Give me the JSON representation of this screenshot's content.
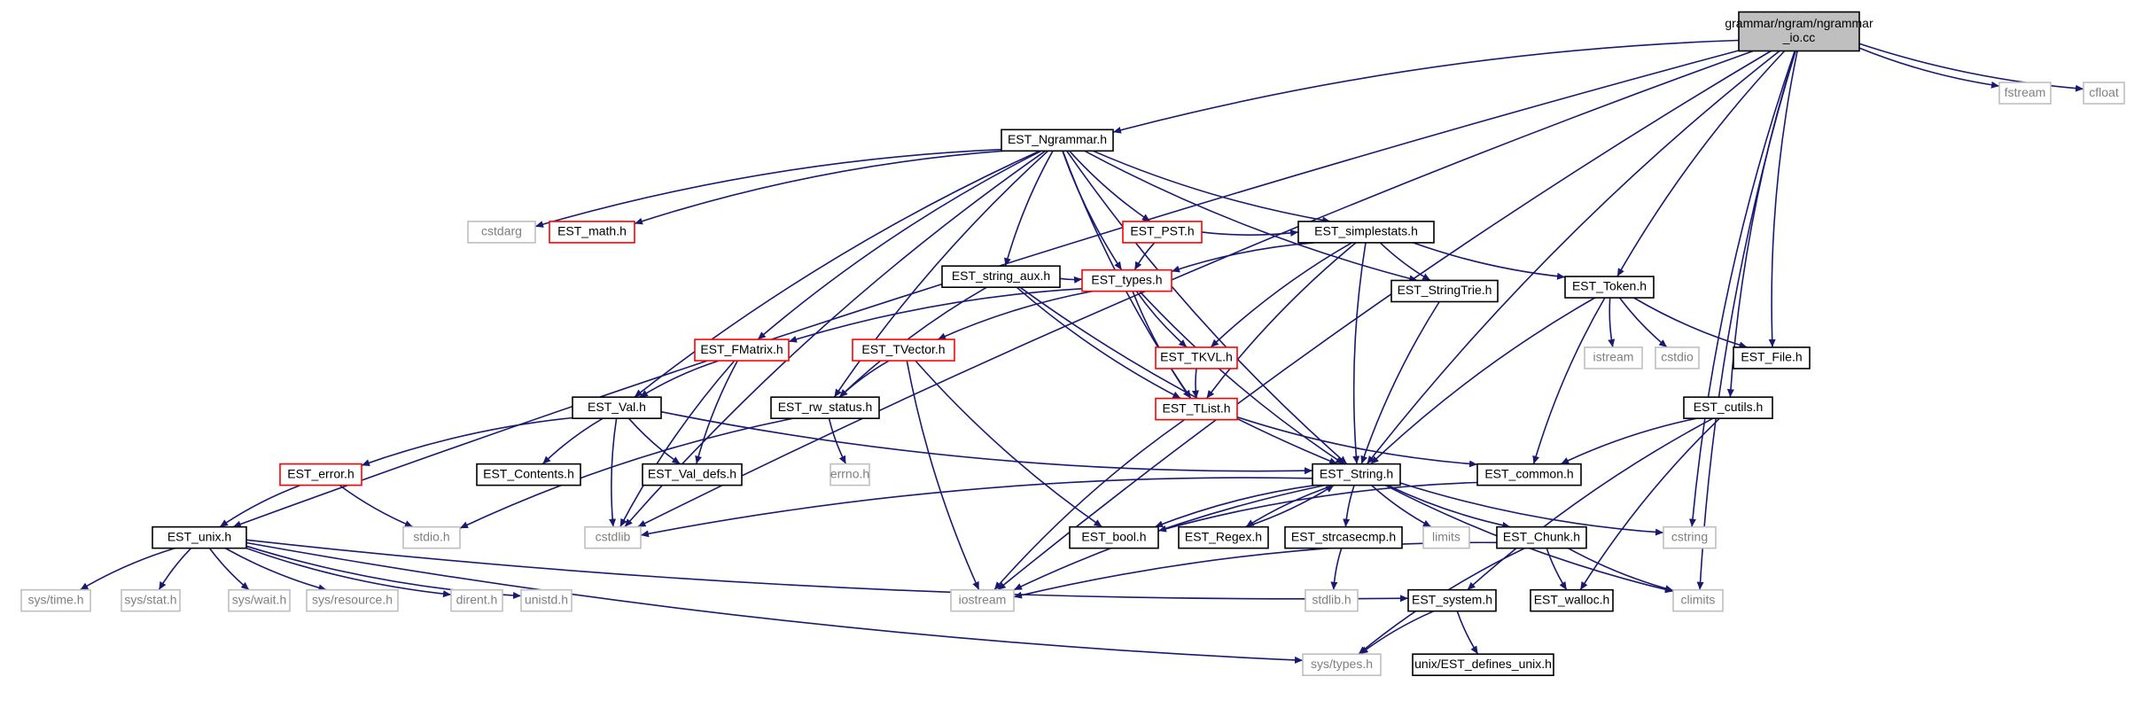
{
  "colors": {
    "edge": "#191970",
    "border_normal": "#000000",
    "border_red": "#ff0000",
    "border_gray": "#bfbfbf",
    "text_normal": "#000000",
    "text_gray": "#7f7f7f",
    "fill_root": "#bfbfbf",
    "fill": "#ffffff"
  },
  "nodes": [
    {
      "id": "root",
      "label": "grammar/ngram/ngrammar\n_io.cc",
      "style": "root"
    },
    {
      "id": "fstream",
      "label": "fstream",
      "style": "gray"
    },
    {
      "id": "cfloat",
      "label": "cfloat",
      "style": "gray"
    },
    {
      "id": "ngrammar",
      "label": "EST_Ngrammar.h",
      "style": "normal"
    },
    {
      "id": "cstdarg",
      "label": "cstdarg",
      "style": "gray"
    },
    {
      "id": "math",
      "label": "EST_math.h",
      "style": "red"
    },
    {
      "id": "pst",
      "label": "EST_PST.h",
      "style": "red"
    },
    {
      "id": "simplestats",
      "label": "EST_simplestats.h",
      "style": "normal"
    },
    {
      "id": "straux",
      "label": "EST_string_aux.h",
      "style": "normal"
    },
    {
      "id": "types",
      "label": "EST_types.h",
      "style": "red"
    },
    {
      "id": "strtrie",
      "label": "EST_StringTrie.h",
      "style": "normal"
    },
    {
      "id": "token",
      "label": "EST_Token.h",
      "style": "normal"
    },
    {
      "id": "istream",
      "label": "istream",
      "style": "gray"
    },
    {
      "id": "cstdio",
      "label": "cstdio",
      "style": "gray"
    },
    {
      "id": "file",
      "label": "EST_File.h",
      "style": "normal"
    },
    {
      "id": "fmatrix",
      "label": "EST_FMatrix.h",
      "style": "red"
    },
    {
      "id": "tvector",
      "label": "EST_TVector.h",
      "style": "red"
    },
    {
      "id": "tkvl",
      "label": "EST_TKVL.h",
      "style": "red"
    },
    {
      "id": "val",
      "label": "EST_Val.h",
      "style": "normal"
    },
    {
      "id": "rwstatus",
      "label": "EST_rw_status.h",
      "style": "normal"
    },
    {
      "id": "tlist",
      "label": "EST_TList.h",
      "style": "red"
    },
    {
      "id": "cutils",
      "label": "EST_cutils.h",
      "style": "normal"
    },
    {
      "id": "error",
      "label": "EST_error.h",
      "style": "red"
    },
    {
      "id": "contents",
      "label": "EST_Contents.h",
      "style": "normal"
    },
    {
      "id": "valdefs",
      "label": "EST_Val_defs.h",
      "style": "normal"
    },
    {
      "id": "errno",
      "label": "errno.h",
      "style": "gray"
    },
    {
      "id": "string",
      "label": "EST_String.h",
      "style": "normal"
    },
    {
      "id": "common",
      "label": "EST_common.h",
      "style": "normal"
    },
    {
      "id": "unix",
      "label": "EST_unix.h",
      "style": "normal"
    },
    {
      "id": "stdio",
      "label": "stdio.h",
      "style": "gray"
    },
    {
      "id": "cstdlib",
      "label": "cstdlib",
      "style": "gray"
    },
    {
      "id": "bool",
      "label": "EST_bool.h",
      "style": "normal"
    },
    {
      "id": "regex",
      "label": "EST_Regex.h",
      "style": "normal"
    },
    {
      "id": "strcase",
      "label": "EST_strcasecmp.h",
      "style": "normal"
    },
    {
      "id": "limits",
      "label": "limits",
      "style": "gray"
    },
    {
      "id": "chunk",
      "label": "EST_Chunk.h",
      "style": "normal"
    },
    {
      "id": "cstring",
      "label": "cstring",
      "style": "gray"
    },
    {
      "id": "systime",
      "label": "sys/time.h",
      "style": "gray"
    },
    {
      "id": "sysstat",
      "label": "sys/stat.h",
      "style": "gray"
    },
    {
      "id": "syswait",
      "label": "sys/wait.h",
      "style": "gray"
    },
    {
      "id": "sysres",
      "label": "sys/resource.h",
      "style": "gray"
    },
    {
      "id": "dirent",
      "label": "dirent.h",
      "style": "gray"
    },
    {
      "id": "unistd",
      "label": "unistd.h",
      "style": "gray"
    },
    {
      "id": "iostream",
      "label": "iostream",
      "style": "gray"
    },
    {
      "id": "stdlib",
      "label": "stdlib.h",
      "style": "gray"
    },
    {
      "id": "system",
      "label": "EST_system.h",
      "style": "normal"
    },
    {
      "id": "walloc",
      "label": "EST_walloc.h",
      "style": "normal"
    },
    {
      "id": "climits",
      "label": "climits",
      "style": "gray"
    },
    {
      "id": "systypes",
      "label": "sys/types.h",
      "style": "gray"
    },
    {
      "id": "defsunix",
      "label": "unix/EST_defines_unix.h",
      "style": "normal"
    }
  ],
  "edges": [
    [
      "root",
      "fstream"
    ],
    [
      "root",
      "cfloat"
    ],
    [
      "root",
      "ngrammar"
    ],
    [
      "root",
      "token"
    ],
    [
      "root",
      "file"
    ],
    [
      "root",
      "string"
    ],
    [
      "root",
      "cutils"
    ],
    [
      "root",
      "cstring"
    ],
    [
      "root",
      "climits"
    ],
    [
      "root",
      "unix"
    ],
    [
      "root",
      "cstdlib"
    ],
    [
      "root",
      "iostream"
    ],
    [
      "ngrammar",
      "cstdarg"
    ],
    [
      "ngrammar",
      "math"
    ],
    [
      "ngrammar",
      "pst"
    ],
    [
      "ngrammar",
      "simplestats"
    ],
    [
      "ngrammar",
      "straux"
    ],
    [
      "ngrammar",
      "types"
    ],
    [
      "ngrammar",
      "strtrie"
    ],
    [
      "ngrammar",
      "fmatrix"
    ],
    [
      "ngrammar",
      "val"
    ],
    [
      "ngrammar",
      "rwstatus"
    ],
    [
      "ngrammar",
      "tlist"
    ],
    [
      "ngrammar",
      "string"
    ],
    [
      "ngrammar",
      "cstdlib"
    ],
    [
      "pst",
      "types"
    ],
    [
      "pst",
      "simplestats"
    ],
    [
      "simplestats",
      "types"
    ],
    [
      "simplestats",
      "strtrie"
    ],
    [
      "simplestats",
      "token"
    ],
    [
      "simplestats",
      "tkvl"
    ],
    [
      "simplestats",
      "tlist"
    ],
    [
      "simplestats",
      "string"
    ],
    [
      "straux",
      "types"
    ],
    [
      "straux",
      "rwstatus"
    ],
    [
      "straux",
      "tlist"
    ],
    [
      "straux",
      "string"
    ],
    [
      "types",
      "fmatrix"
    ],
    [
      "types",
      "tvector"
    ],
    [
      "types",
      "tkvl"
    ],
    [
      "types",
      "tlist"
    ],
    [
      "types",
      "string"
    ],
    [
      "strtrie",
      "string"
    ],
    [
      "token",
      "istream"
    ],
    [
      "token",
      "cstdio"
    ],
    [
      "token",
      "file"
    ],
    [
      "token",
      "string"
    ],
    [
      "token",
      "common"
    ],
    [
      "fmatrix",
      "val"
    ],
    [
      "fmatrix",
      "valdefs"
    ],
    [
      "fmatrix",
      "cstdlib"
    ],
    [
      "tvector",
      "rwstatus"
    ],
    [
      "tvector",
      "bool"
    ],
    [
      "tvector",
      "iostream"
    ],
    [
      "tkvl",
      "tlist"
    ],
    [
      "val",
      "error"
    ],
    [
      "val",
      "contents"
    ],
    [
      "val",
      "valdefs"
    ],
    [
      "val",
      "string"
    ],
    [
      "val",
      "cstdlib"
    ],
    [
      "rwstatus",
      "errno"
    ],
    [
      "rwstatus",
      "stdio"
    ],
    [
      "tlist",
      "common"
    ],
    [
      "tlist",
      "iostream"
    ],
    [
      "cutils",
      "common"
    ],
    [
      "cutils",
      "system"
    ],
    [
      "cutils",
      "walloc"
    ],
    [
      "error",
      "unix"
    ],
    [
      "error",
      "stdio"
    ],
    [
      "string",
      "bool"
    ],
    [
      "string",
      "regex"
    ],
    [
      "string",
      "strcase"
    ],
    [
      "string",
      "limits"
    ],
    [
      "string",
      "chunk"
    ],
    [
      "string",
      "cstring"
    ],
    [
      "string",
      "cstdlib"
    ],
    [
      "string",
      "iostream"
    ],
    [
      "string",
      "climits"
    ],
    [
      "common",
      "bool"
    ],
    [
      "regex",
      "string"
    ],
    [
      "strcase",
      "stdlib"
    ],
    [
      "chunk",
      "iostream"
    ],
    [
      "chunk",
      "walloc"
    ],
    [
      "chunk",
      "climits"
    ],
    [
      "chunk",
      "systypes"
    ],
    [
      "unix",
      "systime"
    ],
    [
      "unix",
      "sysstat"
    ],
    [
      "unix",
      "syswait"
    ],
    [
      "unix",
      "sysres"
    ],
    [
      "unix",
      "dirent"
    ],
    [
      "unix",
      "unistd"
    ],
    [
      "unix",
      "system"
    ],
    [
      "unix",
      "systypes"
    ],
    [
      "system",
      "systypes"
    ],
    [
      "system",
      "defsunix"
    ]
  ]
}
